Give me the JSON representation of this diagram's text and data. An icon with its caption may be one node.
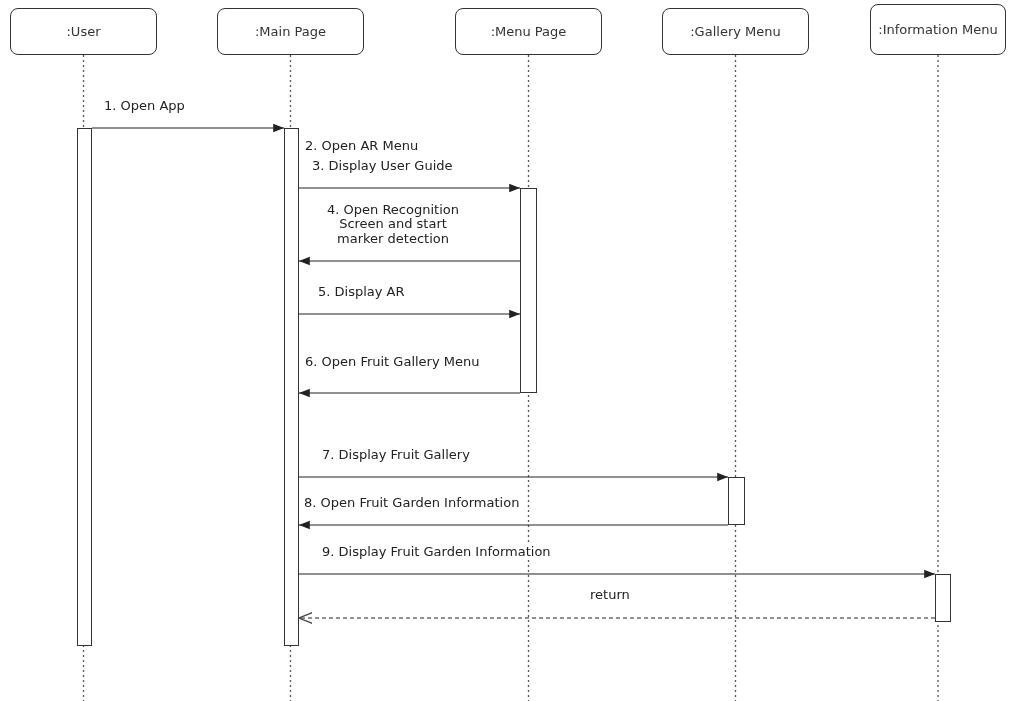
{
  "diagram": {
    "nodes": [
      {
        "text": [
          ":User"
        ]
      },
      {
        "text": [
          ":Main Page"
        ]
      },
      {
        "text": [
          ":Menu Page"
        ]
      },
      {
        "text": [
          ":Gallery Menu"
        ]
      },
      {
        "text": [
          ":Information Menu"
        ]
      },
      {
        "text": [],
        "shape": "bar"
      },
      {
        "text": [],
        "shape": "bar"
      },
      {
        "text": [],
        "shape": "bar"
      },
      {
        "text": [],
        "shape": "bar"
      },
      {
        "text": [],
        "shape": "bar"
      }
    ],
    "edges": [
      {
        "from": 5,
        "to": 6,
        "arrow": "to",
        "label": "1. Open App"
      },
      {
        "from": 6,
        "to": 7,
        "arrow": "to",
        "label": "3. Display User Guide"
      },
      {
        "from": 7,
        "to": 6,
        "arrow": "to",
        "label": "4. Open Recognition Screen and start marker detection"
      },
      {
        "from": 6,
        "to": 7,
        "arrow": "to",
        "label": "5. Display AR"
      },
      {
        "from": 7,
        "to": 6,
        "arrow": "to",
        "label": "6. Open Fruit Gallery Menu"
      },
      {
        "from": 6,
        "to": 8,
        "arrow": "to",
        "label": "7. Display Fruit Gallery"
      },
      {
        "from": 8,
        "to": 6,
        "arrow": "to",
        "label": "8. Open Fruit Garden Information"
      },
      {
        "from": 6,
        "to": 9,
        "arrow": "to",
        "label": "9. Display Fruit Garden Information"
      },
      {
        "from": 9,
        "to": 6,
        "arrow": "to",
        "label": "return",
        "style": "dashed"
      }
    ],
    "labels": [
      "2. Open AR Menu"
    ]
  }
}
